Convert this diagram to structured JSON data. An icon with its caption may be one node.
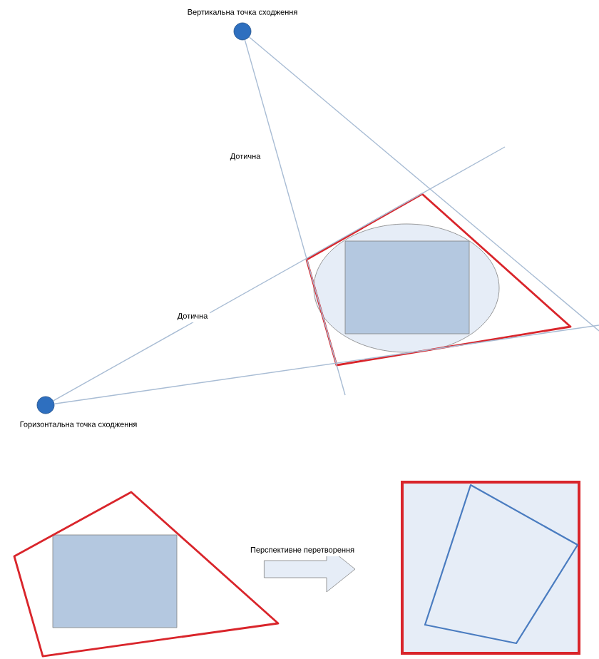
{
  "diagram": {
    "nodes": [
      {
        "text": [],
        "shape": "circle",
        "beside": [
          "Вертикальна точка сходження"
        ]
      },
      {
        "text": [],
        "shape": "circle",
        "beside": [
          "Горизонтальна точка сходження"
        ]
      },
      {
        "text": [],
        "shape": "quadrilateral"
      },
      {
        "text": [],
        "shape": "box"
      }
    ],
    "edges": [
      {
        "from": 0,
        "to": null,
        "arrow": "none",
        "label": "Дотична"
      },
      {
        "from": 0,
        "to": null,
        "arrow": "none"
      },
      {
        "from": 1,
        "to": null,
        "arrow": "none",
        "label": "Дотична"
      },
      {
        "from": 1,
        "to": null,
        "arrow": "none"
      },
      {
        "from": 2,
        "to": 3,
        "arrow": "to",
        "label": "Перспективне перетворення"
      }
    ]
  }
}
